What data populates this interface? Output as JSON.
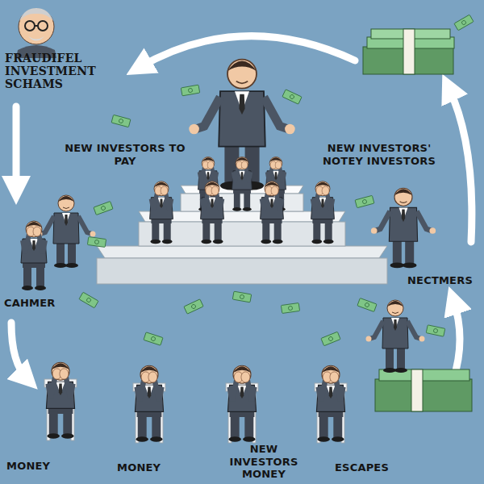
{
  "diagram": {
    "title": "FRAUDIFEL INVESTMENT SCHAMS",
    "labels": [
      "NEW INVESTORS TO PAY",
      "NEW INVESTORS' NOTEY INVESTORS",
      "NECTMERS",
      "CAHMER",
      "MONEY",
      "MONEY",
      "NEW INVESTORS MONEY",
      "ESCAPES"
    ]
  }
}
